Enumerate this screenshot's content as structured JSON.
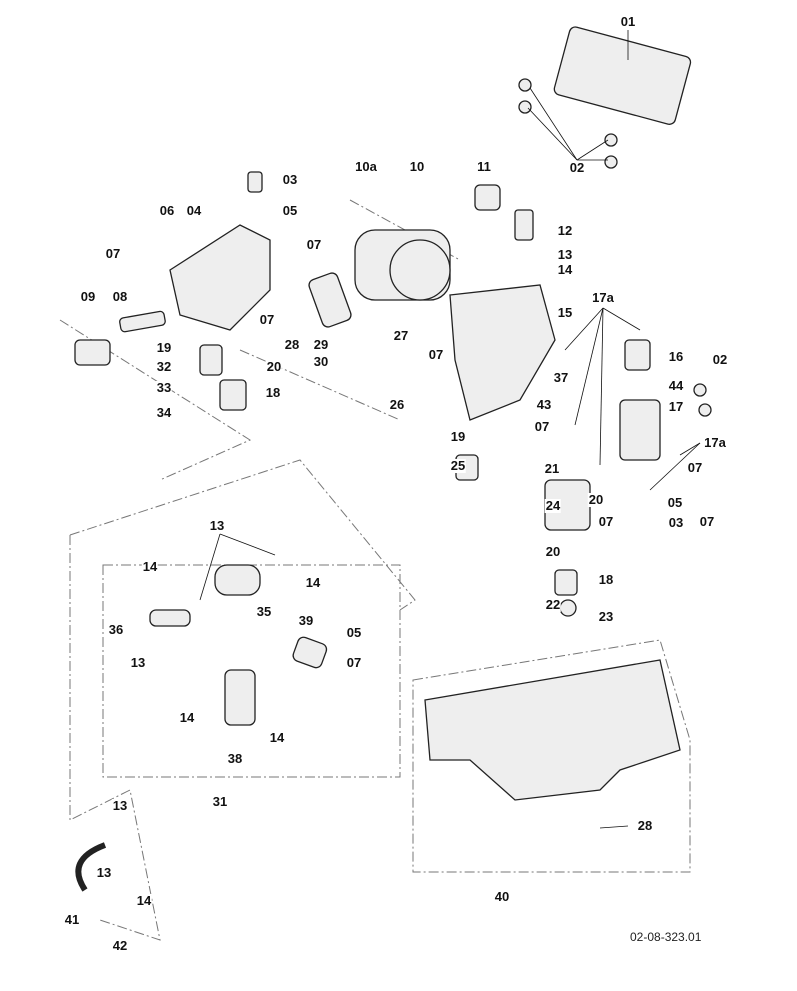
{
  "diagram": {
    "type": "exploded parts diagram",
    "drawing_code": "02-08-323.01",
    "labels": [
      "01",
      "02",
      "03",
      "05",
      "06",
      "04",
      "10a",
      "10",
      "11",
      "07",
      "07",
      "12",
      "13",
      "14",
      "09",
      "08",
      "17a",
      "15",
      "07",
      "27",
      "19",
      "28",
      "29",
      "02",
      "07",
      "16",
      "32",
      "20",
      "30",
      "37",
      "44",
      "33",
      "18",
      "26",
      "43",
      "17",
      "34",
      "07",
      "17a",
      "19",
      "25",
      "21",
      "07",
      "20",
      "24",
      "05",
      "07",
      "03",
      "07",
      "13",
      "14",
      "14",
      "20",
      "18",
      "35",
      "39",
      "05",
      "22",
      "23",
      "36",
      "13",
      "07",
      "14",
      "14",
      "38",
      "31",
      "13",
      "28",
      "14",
      "13",
      "40",
      "41",
      "42"
    ]
  }
}
